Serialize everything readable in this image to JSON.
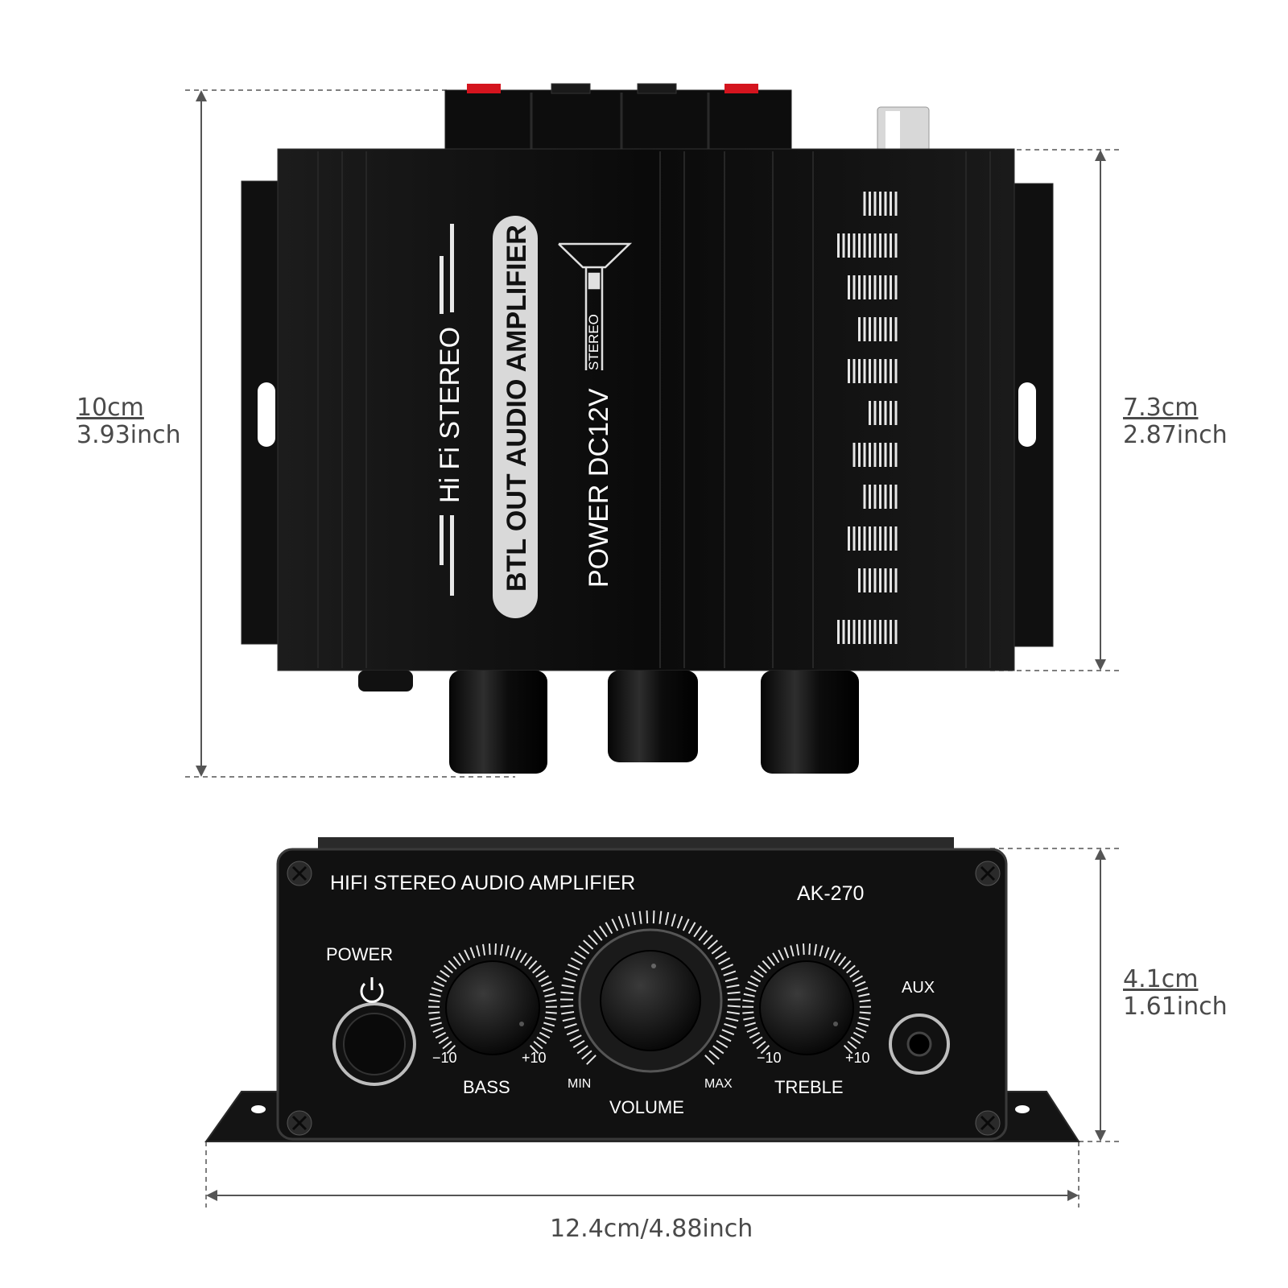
{
  "dimensions": {
    "height_total": {
      "cm": "10cm",
      "inch": "3.93inch"
    },
    "depth": {
      "cm": "7.3cm",
      "inch": "2.87inch"
    },
    "front_height": {
      "cm": "4.1cm",
      "inch": "1.61inch"
    },
    "width": "12.4cm/4.88inch"
  },
  "top_view": {
    "badge": "BTL OUT AUDIO AMPLIFIER",
    "brand_line": "Hi Fi STEREO",
    "power_line": "POWER DC12V",
    "stereo_tag": "STEREO"
  },
  "front_panel": {
    "title": "HIFI STEREO AUDIO AMPLIFIER",
    "model": "AK-270",
    "power_label": "POWER",
    "aux_label": "AUX",
    "bass": {
      "label": "BASS",
      "min": "−10",
      "max": "+10"
    },
    "volume": {
      "label": "VOLUME",
      "min": "MIN",
      "max": "MAX"
    },
    "treble": {
      "label": "TREBLE",
      "min": "−10",
      "max": "+10"
    }
  },
  "colors": {
    "body": "#0d0d0d",
    "panel": "#111111",
    "terminal_red": "#d4141e",
    "dimension": "#4a4a4a"
  }
}
